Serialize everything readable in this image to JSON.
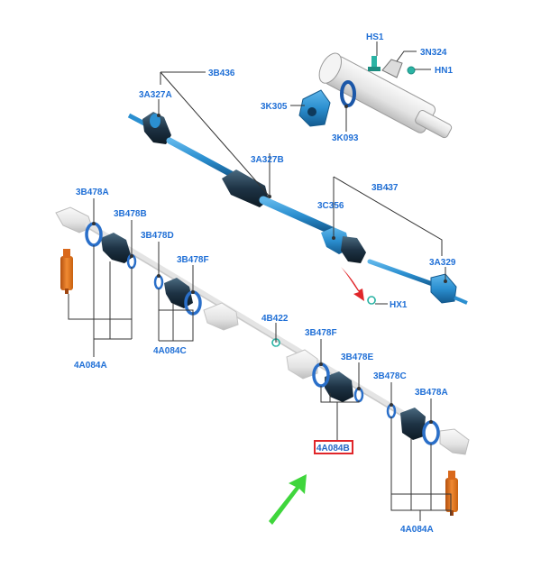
{
  "labels": {
    "hs1": "HS1",
    "p3n324": "3N324",
    "hn1": "HN1",
    "p3b436": "3B436",
    "p3a327a": "3A327A",
    "p3k305": "3K305",
    "p3k093": "3K093",
    "p3a327b": "3A327B",
    "p3b437": "3B437",
    "p3c356": "3C356",
    "p3a329": "3A329",
    "hx1": "HX1",
    "p3b478a_left": "3B478A",
    "p3b478b": "3B478B",
    "p3b478d": "3B478D",
    "p3b478f_left": "3B478F",
    "p4a084a_left": "4A084A",
    "p4a084c": "4A084C",
    "p4b422": "4B422",
    "p3b478f_mid": "3B478F",
    "p3b478e": "3B478E",
    "p3b478c": "3B478C",
    "p3b478a_right": "3B478A",
    "p4a084b": "4A084B",
    "p4a084a_right": "4A084A"
  },
  "highlight": {
    "part": "4A084B",
    "box_color": "#e0262a",
    "arrow_color": "#3fd63c"
  },
  "colors": {
    "label": "#1f6fd6",
    "shaft_blue": "#2b8fd0",
    "boot_dark": "#1e3345",
    "ring_blue": "#2a6fc9",
    "part_grey": "#e6e6e6",
    "bushing_orange": "#e3741f",
    "clip_teal": "#2ab3a4",
    "red_arrow": "#e0262a"
  },
  "icons": [
    "green-arrow-icon",
    "red-arrow-icon",
    "clip-icon"
  ]
}
